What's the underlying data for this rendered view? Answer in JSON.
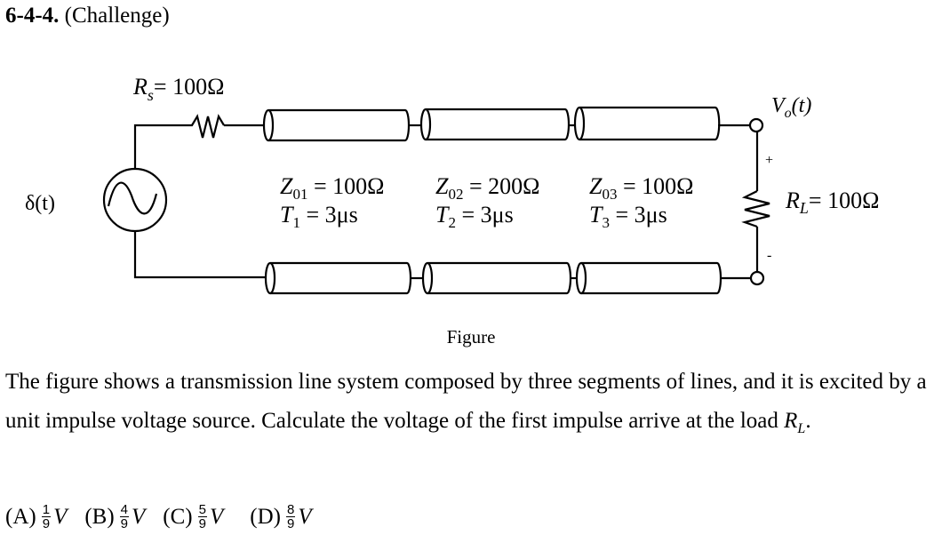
{
  "problem": {
    "number": "6-4-4.",
    "tag": "(Challenge)"
  },
  "figure": {
    "rs_label": "R",
    "rs_sub": "s",
    "rs_value": "= 100Ω",
    "source_label": "δ(t)",
    "vo_label": "V",
    "vo_sub": "o",
    "vo_arg": "(t)",
    "rl_label": "R",
    "rl_sub": "L",
    "rl_value": "= 100Ω",
    "plus": "+",
    "minus": "-",
    "segments": [
      {
        "z": "Z",
        "z_sub": "01",
        "z_value": " = 100Ω",
        "t": "T",
        "t_sub": "1",
        "t_value": " = 3μs"
      },
      {
        "z": "Z",
        "z_sub": "02",
        "z_value": " = 200Ω",
        "t": "T",
        "t_sub": "2",
        "t_value": " = 3μs"
      },
      {
        "z": "Z",
        "z_sub": "03",
        "z_value": " = 100Ω",
        "t": "T",
        "t_sub": "3",
        "t_value": " = 3μs"
      }
    ],
    "caption": "Figure"
  },
  "question": {
    "text": "The figure shows a transmission line system composed by three segments of lines, and it is excited by a unit impulse voltage source. Calculate the voltage of the first impulse arrive at the load ",
    "load": "R",
    "load_sub": "L",
    "end": "."
  },
  "options": [
    {
      "label": "(A)",
      "num": "1",
      "den": "9",
      "unit": "V"
    },
    {
      "label": "(B)",
      "num": "4",
      "den": "9",
      "unit": "V"
    },
    {
      "label": "(C)",
      "num": "5",
      "den": "9",
      "unit": "V"
    },
    {
      "label": "(D)",
      "num": "8",
      "den": "9",
      "unit": "V"
    }
  ]
}
